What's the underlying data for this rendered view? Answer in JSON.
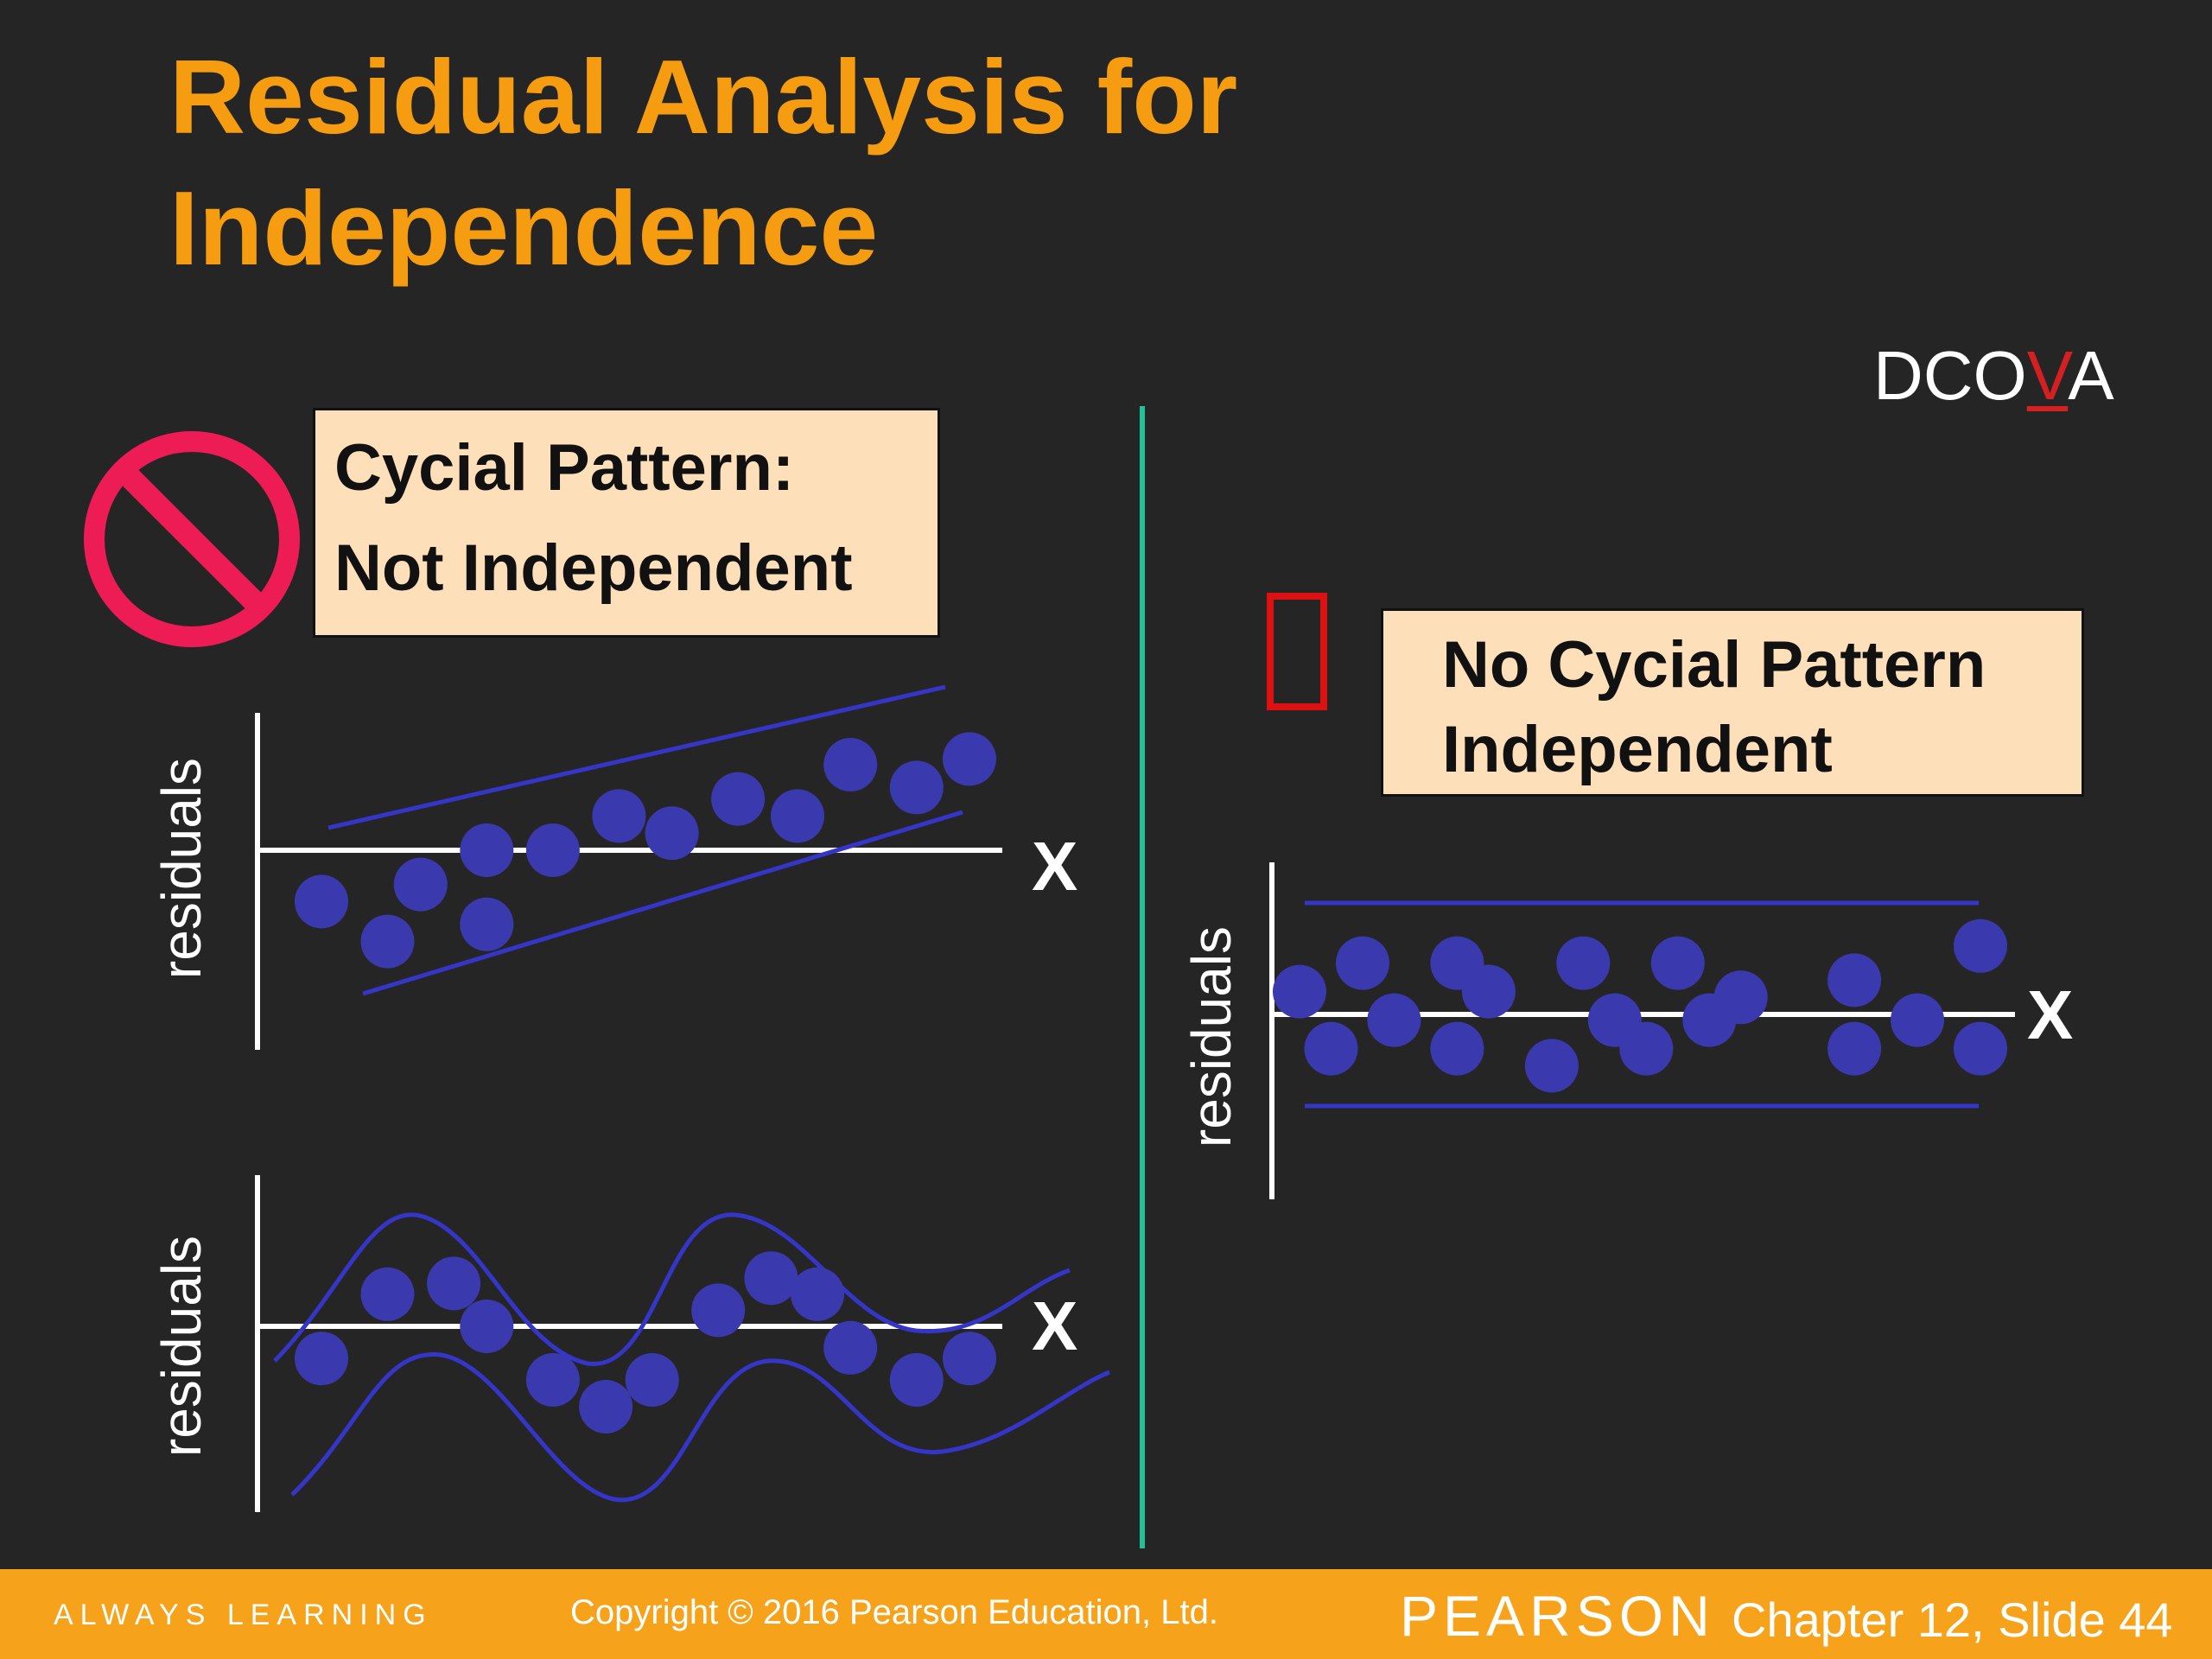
{
  "slide": {
    "title_lines": [
      "Residual Analysis for",
      "Independence"
    ],
    "dcova": {
      "prefix": "DCO",
      "highlight": "V",
      "suffix": "A"
    }
  },
  "panels": {
    "left_label": {
      "line1": "Cycial Pattern:",
      "line2": "Not Independent"
    },
    "right_label": {
      "line1": "No Cycial Pattern",
      "line2": "Independent"
    }
  },
  "chart_data": [
    {
      "type": "scatter",
      "ylabel": "residuals",
      "xlabel": "X",
      "note": "points rise linearly",
      "points": [
        [
          1,
          -0.9
        ],
        [
          2,
          -1.6
        ],
        [
          2.5,
          -0.6
        ],
        [
          3.5,
          -1.3
        ],
        [
          3.5,
          0
        ],
        [
          4.5,
          0
        ],
        [
          5.5,
          0.6
        ],
        [
          6.3,
          0.3
        ],
        [
          7.3,
          0.9
        ],
        [
          8.2,
          0.6
        ],
        [
          9,
          1.5
        ],
        [
          10,
          1.1
        ],
        [
          10.8,
          1.6
        ]
      ]
    },
    {
      "type": "scatter",
      "ylabel": "residuals",
      "xlabel": "X",
      "points": [
        [
          1,
          -0.6
        ],
        [
          2,
          0.6
        ],
        [
          3,
          0.8
        ],
        [
          3.5,
          0
        ],
        [
          4.5,
          -1
        ],
        [
          5.3,
          -1.5
        ],
        [
          6,
          -1
        ],
        [
          7,
          0.3
        ],
        [
          7.8,
          0.9
        ],
        [
          8.5,
          0.6
        ],
        [
          9,
          -0.4
        ],
        [
          10,
          -1
        ],
        [
          10.8,
          -0.6
        ]
      ]
    },
    {
      "type": "scatter",
      "ylabel": "residuals",
      "xlabel": "X",
      "points": [
        [
          0.5,
          0.4
        ],
        [
          1,
          -0.6
        ],
        [
          1.5,
          0.9
        ],
        [
          2,
          -0.1
        ],
        [
          3,
          -0.6
        ],
        [
          3,
          0.9
        ],
        [
          3.5,
          0.4
        ],
        [
          4.5,
          -0.9
        ],
        [
          5,
          0.9
        ],
        [
          5.5,
          -0.1
        ],
        [
          6,
          -0.6
        ],
        [
          6.5,
          0.9
        ],
        [
          7,
          -0.1
        ],
        [
          7.5,
          0.3
        ],
        [
          9.3,
          0.6
        ],
        [
          9.3,
          -0.6
        ],
        [
          10.3,
          -0.1
        ],
        [
          11.3,
          1.2
        ],
        [
          11.3,
          -0.6
        ]
      ]
    }
  ],
  "footer": {
    "tagline": "ALWAYS LEARNING",
    "copyright": "Copyright © 2016 Pearson Education, Ltd.",
    "brand": "PEARSON",
    "slide_ref": "Chapter 12, Slide 44"
  },
  "colors": {
    "title": "#f59c10",
    "dot": "#3a3aae",
    "band": "#3535c8",
    "divider": "#23c19a",
    "no_sign": "#ee1c55",
    "footer": "#f6a31b"
  }
}
